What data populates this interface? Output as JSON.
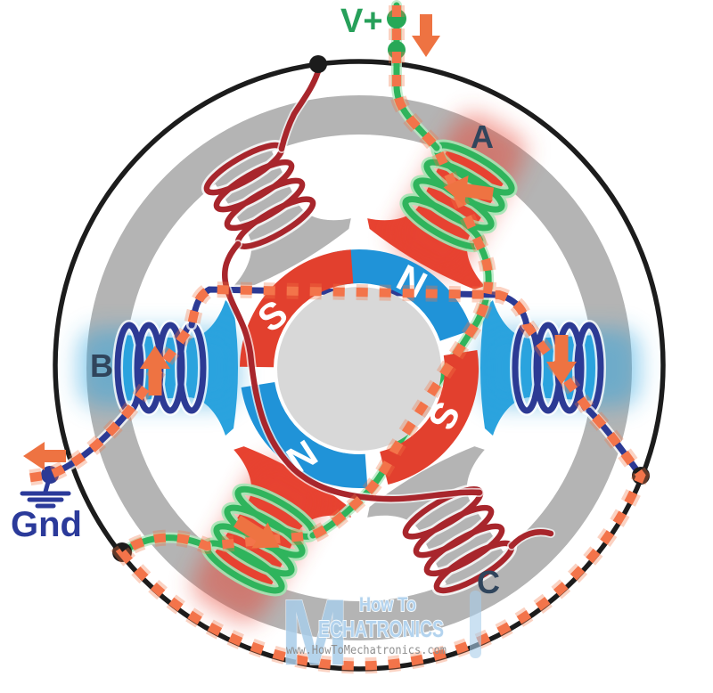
{
  "labels": {
    "supply": "V+",
    "ground": "Gnd",
    "phase_a": "A",
    "phase_b": "B",
    "phase_c": "C"
  },
  "rotor_magnets": [
    {
      "position": "top",
      "pole": "N"
    },
    {
      "position": "right",
      "pole": "S"
    },
    {
      "position": "bottom",
      "pole": "N"
    },
    {
      "position": "left",
      "pole": "S"
    }
  ],
  "current_arrows": [
    {
      "location": "supply",
      "direction": "down"
    },
    {
      "location": "coil-a",
      "direction": "left"
    },
    {
      "location": "coil-b",
      "direction": "up"
    },
    {
      "location": "coil-right",
      "direction": "down"
    },
    {
      "location": "coil-bottom-left",
      "direction": "down-right"
    },
    {
      "location": "ground",
      "direction": "left"
    }
  ],
  "watermark": {
    "logo": "M",
    "tagline": "How To",
    "brand": "ECHATRONICS",
    "url": "www.HowToMechatronics.com"
  },
  "colors": {
    "phase_a_wire": "#2fb45c",
    "phase_b_wire": "#2c3a94",
    "phase_c_wire": "#a8262c",
    "current_path": "#f3744a",
    "north_magnet": "#2093d8",
    "south_magnet": "#e2402e",
    "energized_red_pole": "#e74331",
    "energized_blue_pole": "#2ba3de",
    "stator_iron": "#b4b4b4",
    "outer_wire": "#1c1c1c",
    "supply_text": "#27a05a",
    "ground_text": "#2b3a9a",
    "phase_label_text": "#30455c"
  }
}
